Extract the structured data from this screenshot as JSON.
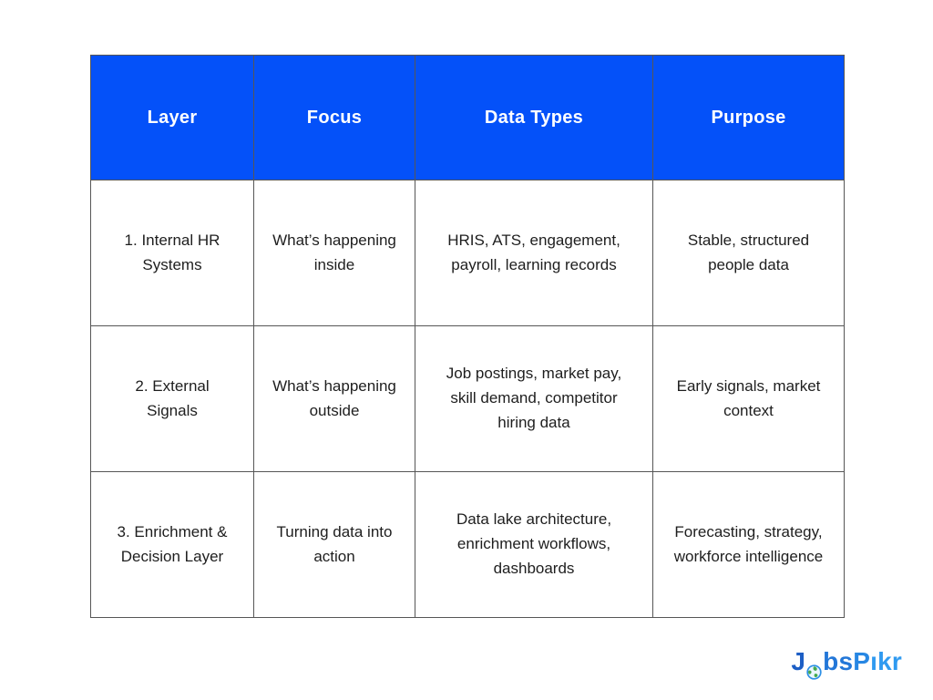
{
  "colors": {
    "header_bg": "#0451f9",
    "header_text": "#ffffff",
    "body_text": "#1e1e1e",
    "border": "#565656",
    "logo_blue_dark": "#1c5ec5",
    "logo_blue_light": "#2f9af0",
    "globe_green": "#44a94f"
  },
  "table": {
    "headers": [
      "Layer",
      "Focus",
      "Data Types",
      "Purpose"
    ],
    "rows": [
      {
        "cells": [
          "1. Internal HR Systems",
          "What’s happening inside",
          "HRIS, ATS, engagement, payroll, learning records",
          "Stable, structured people data"
        ]
      },
      {
        "cells": [
          "2. External Signals",
          "What’s happening outside",
          "Job postings, market pay, skill demand, competitor hiring data",
          "Early signals, market context"
        ]
      },
      {
        "cells": [
          "3. Enrichment & Decision Layer",
          "Turning data into action",
          "Data lake architecture, enrichment workflows, dashboards",
          "Forecasting, strategy, workforce intelligence"
        ]
      }
    ]
  },
  "logo": {
    "brand": "JobsPikr",
    "part_j": "J",
    "part_bs": "bs",
    "part_p": "P",
    "part_ikr": "ıkr",
    "globe_icon": "globe-icon"
  }
}
